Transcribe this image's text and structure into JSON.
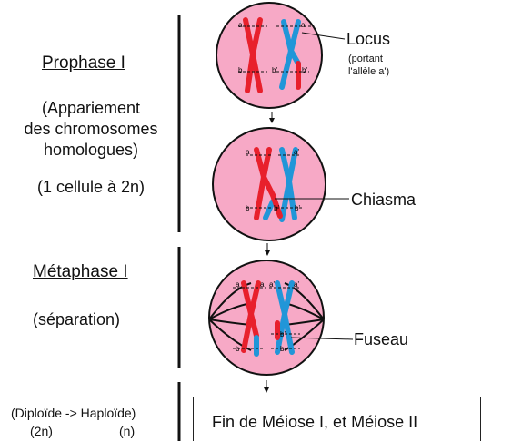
{
  "stages": {
    "prophase": {
      "title": "Prophase I",
      "desc_lines": [
        "(Appariement",
        "des chromosomes",
        "homologues)"
      ],
      "cells": "(1 cellule à 2n)"
    },
    "metaphase": {
      "title": "Métaphase I",
      "desc": "(séparation)"
    },
    "ploidy": {
      "line": "(Diploïde -> Haploïde)",
      "left": "(2n)",
      "right": "(n)"
    }
  },
  "labels": {
    "locus": "Locus",
    "locus_note_1": "(portant",
    "locus_note_2": "l'allèle a')",
    "chiasma": "Chiasma",
    "fuseau": "Fuseau"
  },
  "alleles": {
    "a": "a",
    "a_prime": "a'",
    "b": "b",
    "b_prime": "b'"
  },
  "final_box": "Fin de Méiose I, et Méiose II",
  "colors": {
    "cell_fill": "#f7a9c6",
    "red_chromosome": "#e8202c",
    "blue_chromosome": "#2196d8",
    "divider": "#111111"
  }
}
